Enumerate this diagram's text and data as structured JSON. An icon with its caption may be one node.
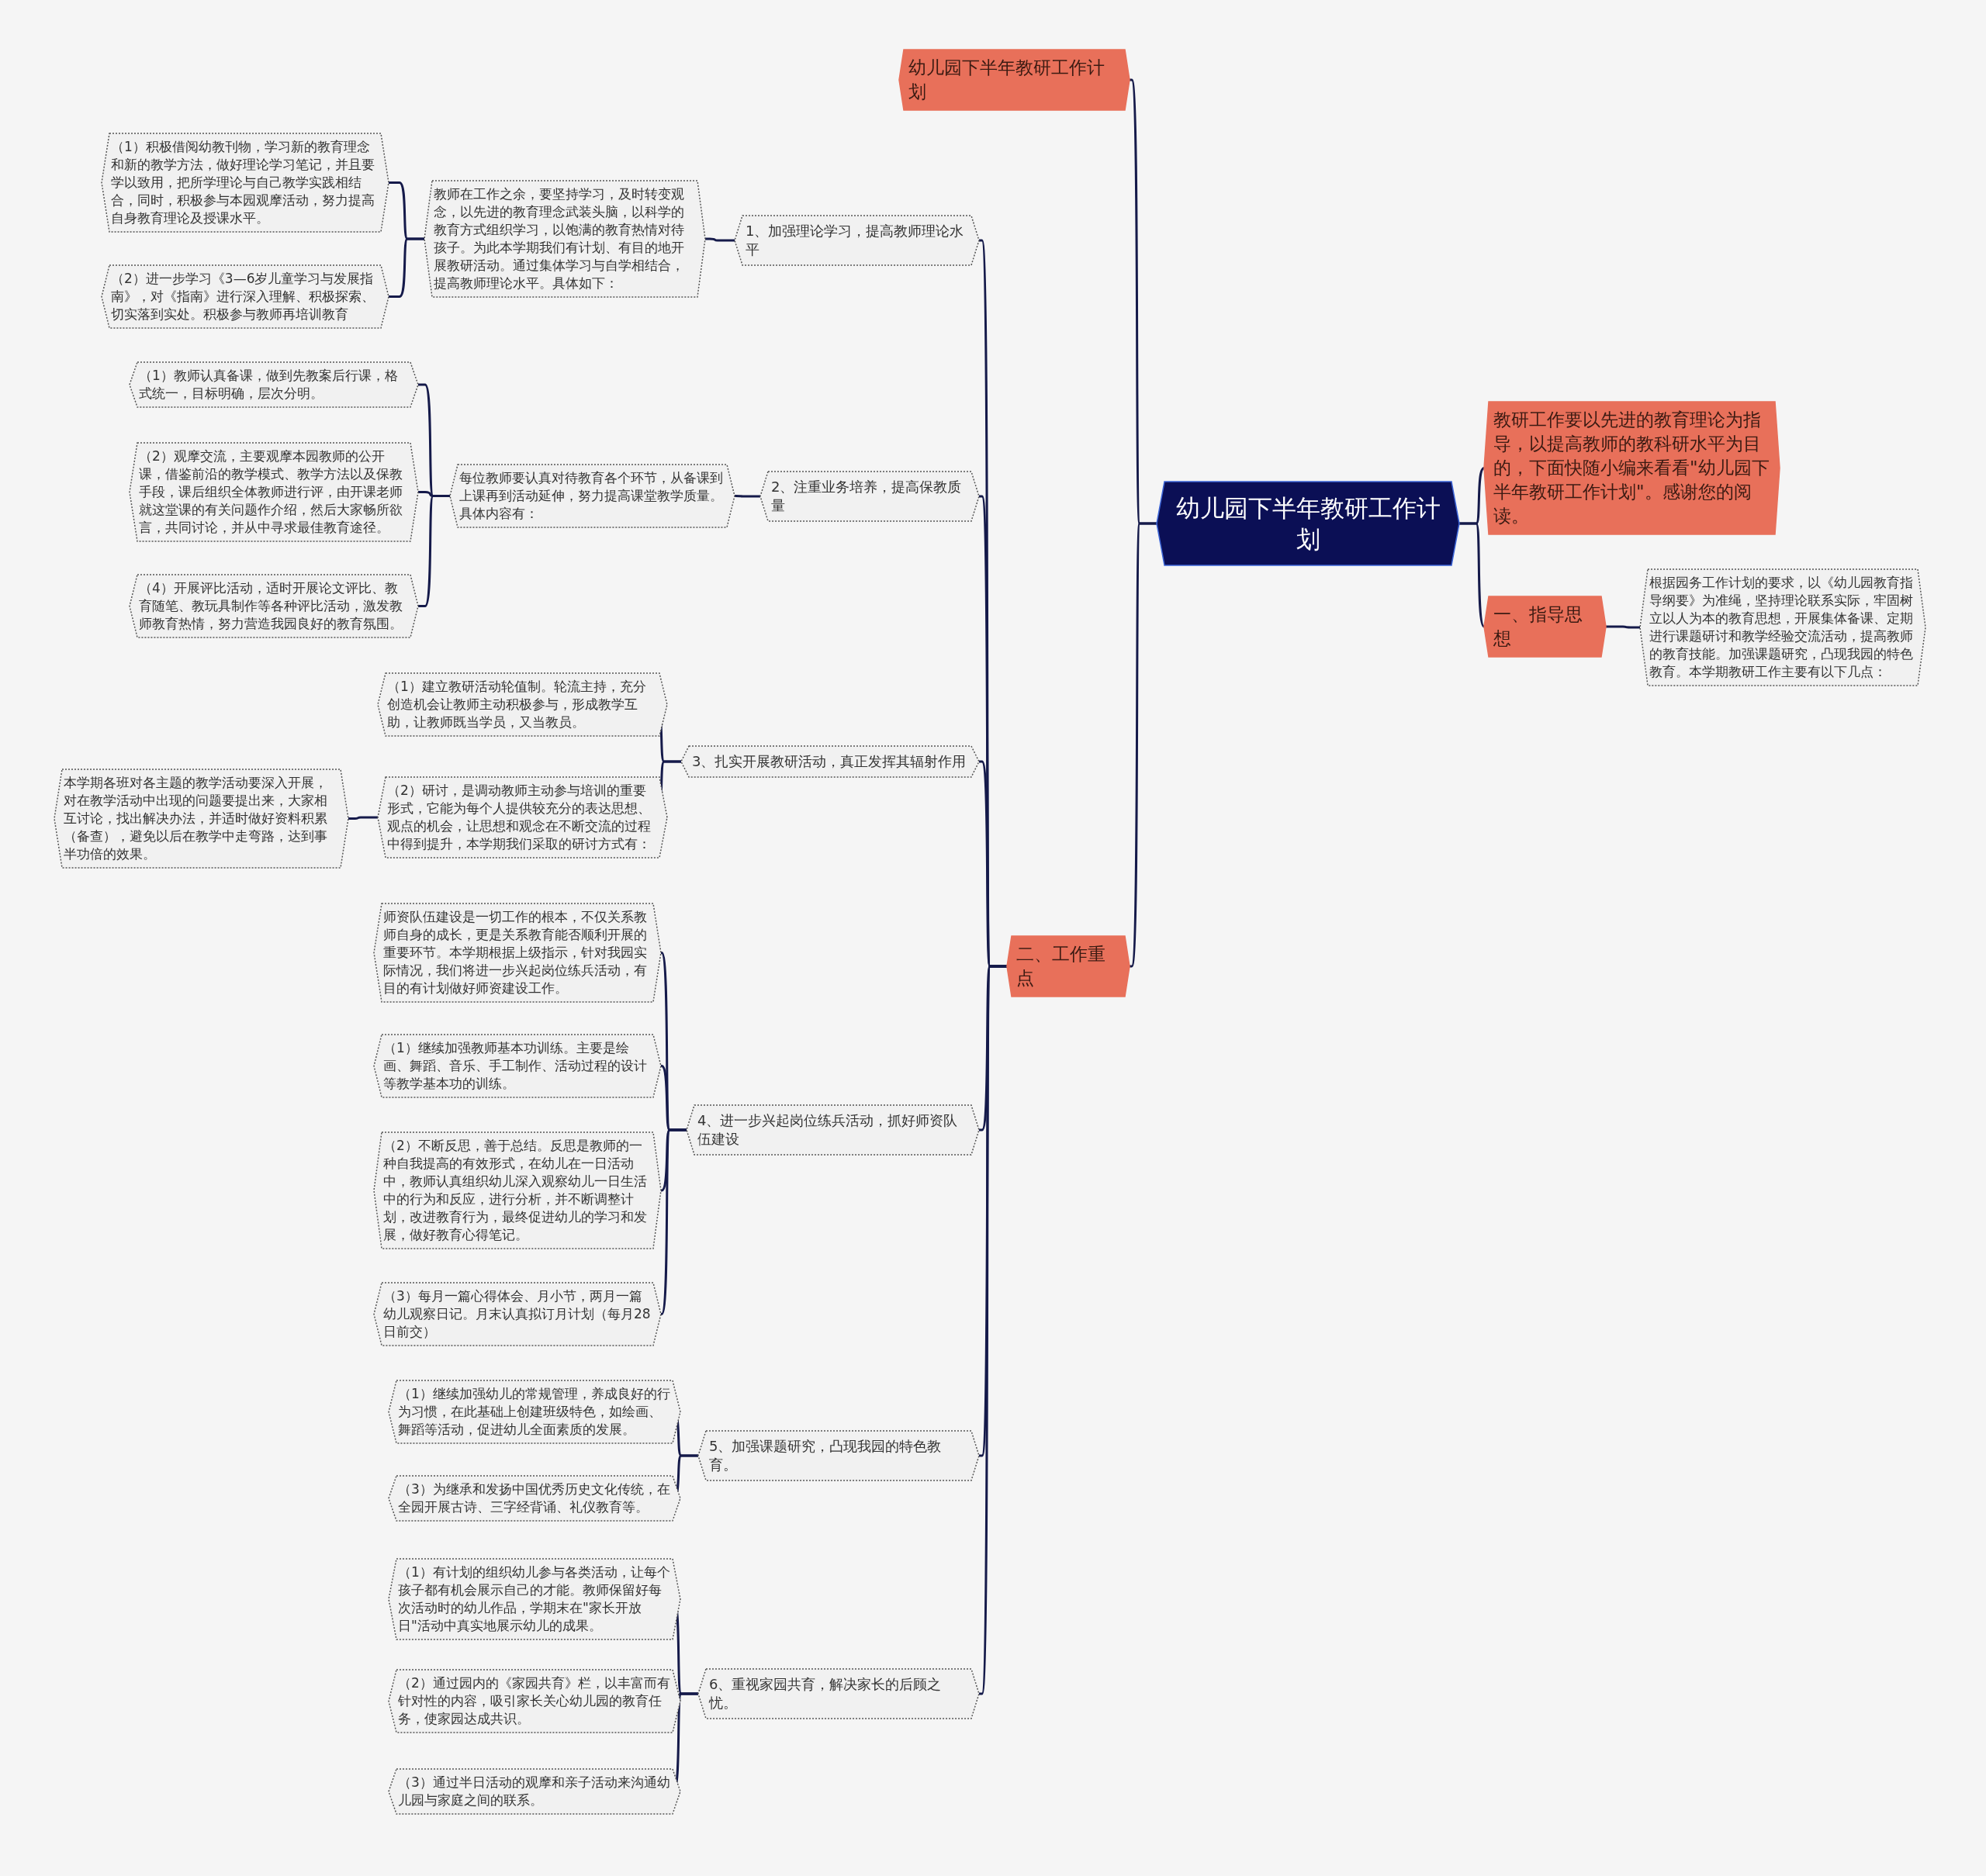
{
  "diagram": {
    "nodes": [
      {
        "text": [
          "幼儿园下半年教研工作计划"
        ]
      },
      {
        "text": [
          "幼儿园下半年教研工作计划"
        ]
      },
      {
        "text": [
          "教研工作要以先进的教育理论为指导，以提高教师的教科研水平为目的，下面快随小编来看看\"幼儿园下半年教研工作计划\"。感谢您的阅读。"
        ]
      },
      {
        "text": [
          "一、指导思想"
        ]
      },
      {
        "text": [
          "根据园务工作计划的要求，以《幼儿园教育指导纲要》为准绳，坚持理论联系实际，牢固树立以人为本的教育思想，开展集体备课、定期进行课题研讨和教学经验交流活动，提高教师的教育技能。加强课题研究，凸现我园的特色教育。本学期教研工作主要有以下几点："
        ]
      },
      {
        "text": [
          "二、工作重点"
        ]
      },
      {
        "text": [
          "1、加强理论学习，提高教师理论水平"
        ]
      },
      {
        "text": [
          "教师在工作之余，要坚持学习，及时转变观念，以先进的教育理念武装头脑，以科学的教育方式组织学习，以饱满的教育热情对待孩子。为此本学期我们有计划、有目的地开展教研活动。通过集体学习与自学相结合，提高教师理论水平。具体如下："
        ]
      },
      {
        "text": [
          "（1）积极借阅幼教刊物，学习新的教育理念和新的教学方法，做好理论学习笔记，并且要学以致用，把所学理论与自己教学实践相结合，同时，积极参与本园观摩活动，努力提高自身教育理论及授课水平。"
        ]
      },
      {
        "text": [
          "（2）进一步学习《3—6岁儿童学习与发展指南》，对《指南》进行深入理解、积极探索、切实落到实处。积极参与教师再培训教育"
        ]
      },
      {
        "text": [
          "2、注重业务培养，提高保教质量"
        ]
      },
      {
        "text": [
          "每位教师要认真对待教育各个环节，从备课到上课再到活动延伸，努力提高课堂教学质量。具体内容有："
        ]
      },
      {
        "text": [
          "（1）教师认真备课，做到先教案后行课，格式统一，目标明确，层次分明。"
        ]
      },
      {
        "text": [
          "（2）观摩交流，主要观摩本园教师的公开课，借鉴前沿的教学模式、教学方法以及保教手段，课后组织全体教师进行评，由开课老师就这堂课的有关问题作介绍，然后大家畅所欲言，共同讨论，并从中寻求最佳教育途径。"
        ]
      },
      {
        "text": [
          "（4）开展评比活动，适时开展论文评比、教育随笔、教玩具制作等各种评比活动，激发教师教育热情，努力营造我园良好的教育氛围。"
        ]
      },
      {
        "text": [
          "3、扎实开展教研活动，真正发挥其辐射作用"
        ]
      },
      {
        "text": [
          "（1）建立教研活动轮值制。轮流主持，充分创造机会让教师主动积极参与，形成教学互助，让教师既当学员，又当教员。"
        ]
      },
      {
        "text": [
          "（2）研讨，是调动教师主动参与培训的重要形式，它能为每个人提供较充分的表达思想、观点的机会，让思想和观念在不断交流的过程中得到提升，本学期我们采取的研讨方式有："
        ]
      },
      {
        "text": [
          "本学期各班对各主题的教学活动要深入开展，对在教学活动中出现的问题要提出来，大家相互讨论，找出解决办法，并适时做好资料积累（备查），避免以后在教学中走弯路，达到事半功倍的效果。"
        ]
      },
      {
        "text": [
          "4、进一步兴起岗位练兵活动，抓好师资队伍建设"
        ]
      },
      {
        "text": [
          "师资队伍建设是一切工作的根本，不仅关系教师自身的成长，更是关系教育能否顺利开展的重要环节。本学期根据上级指示，针对我园实际情况，我们将进一步兴起岗位练兵活动，有目的有计划做好师资建设工作。"
        ]
      },
      {
        "text": [
          "（1）继续加强教师基本功训练。主要是绘画、舞蹈、音乐、手工制作、活动过程的设计等教学基本功的训练。"
        ]
      },
      {
        "text": [
          "（2）不断反思，善于总结。反思是教师的一种自我提高的有效形式，在幼儿在一日活动中，教师认真组织幼儿深入观察幼儿一日生活中的行为和反应，进行分析，并不断调整计划，改进教育行为，最终促进幼儿的学习和发展，做好教育心得笔记。"
        ]
      },
      {
        "text": [
          "（3）每月一篇心得体会、月小节，两月一篇幼儿观察日记。月末认真拟订月计划（每月28日前交）"
        ]
      },
      {
        "text": [
          "5、加强课题研究，凸现我园的特色教育。"
        ]
      },
      {
        "text": [
          "（1）继续加强幼儿的常规管理，养成良好的行为习惯，在此基础上创建班级特色，如绘画、舞蹈等活动，促进幼儿全面素质的发展。"
        ]
      },
      {
        "text": [
          "（3）为继承和发扬中国优秀历史文化传统，在全园开展古诗、三字经背诵、礼仪教育等。"
        ]
      },
      {
        "text": [
          "6、重视家园共育，解决家长的后顾之忧。"
        ]
      },
      {
        "text": [
          "（1）有计划的组织幼儿参与各类活动，让每个孩子都有机会展示自己的才能。教师保留好每次活动时的幼儿作品，学期末在\"家长开放日\"活动中真实地展示幼儿的成果。"
        ]
      },
      {
        "text": [
          "（2）通过园内的《家园共育》栏，以丰富而有针对性的内容，吸引家长关心幼儿园的教育任务，使家园达成共识。"
        ]
      },
      {
        "text": [
          "（3）通过半日活动的观摩和亲子活动来沟通幼儿园与家庭之间的联系。"
        ]
      }
    ],
    "edges": [
      {
        "from": 0,
        "to": 1,
        "arrow": "none"
      },
      {
        "from": 0,
        "to": 2,
        "arrow": "none"
      },
      {
        "from": 0,
        "to": 3,
        "arrow": "none"
      },
      {
        "from": 3,
        "to": 4,
        "arrow": "none"
      },
      {
        "from": 0,
        "to": 5,
        "arrow": "none"
      },
      {
        "from": 5,
        "to": 6,
        "arrow": "none"
      },
      {
        "from": 6,
        "to": 7,
        "arrow": "none"
      },
      {
        "from": 7,
        "to": 8,
        "arrow": "none"
      },
      {
        "from": 7,
        "to": 9,
        "arrow": "none"
      },
      {
        "from": 5,
        "to": 10,
        "arrow": "none"
      },
      {
        "from": 10,
        "to": 11,
        "arrow": "none"
      },
      {
        "from": 11,
        "to": 12,
        "arrow": "none"
      },
      {
        "from": 11,
        "to": 13,
        "arrow": "none"
      },
      {
        "from": 11,
        "to": 14,
        "arrow": "none"
      },
      {
        "from": 5,
        "to": 15,
        "arrow": "none"
      },
      {
        "from": 15,
        "to": 16,
        "arrow": "none"
      },
      {
        "from": 15,
        "to": 17,
        "arrow": "none"
      },
      {
        "from": 17,
        "to": 18,
        "arrow": "none"
      },
      {
        "from": 5,
        "to": 19,
        "arrow": "none"
      },
      {
        "from": 19,
        "to": 20,
        "arrow": "none"
      },
      {
        "from": 19,
        "to": 21,
        "arrow": "none"
      },
      {
        "from": 19,
        "to": 22,
        "arrow": "none"
      },
      {
        "from": 19,
        "to": 23,
        "arrow": "none"
      },
      {
        "from": 5,
        "to": 24,
        "arrow": "none"
      },
      {
        "from": 24,
        "to": 25,
        "arrow": "none"
      },
      {
        "from": 24,
        "to": 26,
        "arrow": "none"
      },
      {
        "from": 5,
        "to": 27,
        "arrow": "none"
      },
      {
        "from": 27,
        "to": 28,
        "arrow": "none"
      },
      {
        "from": 27,
        "to": 29,
        "arrow": "none"
      },
      {
        "from": 27,
        "to": 30,
        "arrow": "none"
      }
    ]
  }
}
